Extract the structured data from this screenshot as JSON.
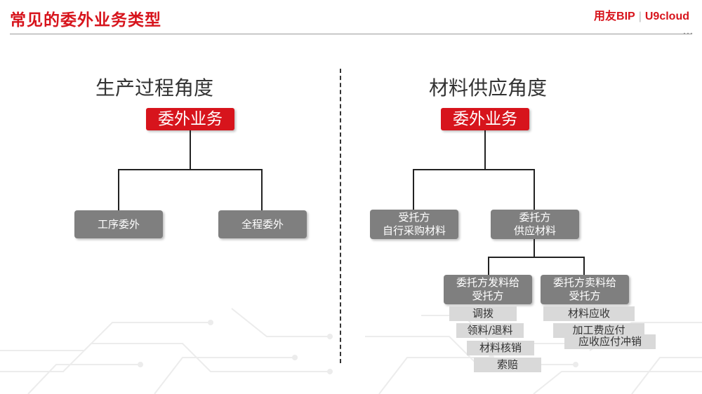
{
  "header": {
    "title": "常见的委外业务类型",
    "brand_primary": "用友BIP",
    "brand_separator": "|",
    "brand_secondary": "U9cloud"
  },
  "colors": {
    "accent": "#d7141c",
    "node_fill": "#7f7f7f",
    "sub_fill": "#d9d9d9"
  },
  "left": {
    "heading": "生产过程角度",
    "root": "委外业务",
    "children": [
      "工序委外",
      "全程委外"
    ]
  },
  "right": {
    "heading": "材料供应角度",
    "root": "委外业务",
    "child_a": [
      "受托方",
      "自行采购材料"
    ],
    "child_b": [
      "委托方",
      "供应材料"
    ],
    "branch_1": {
      "lines": [
        "委托方发料给",
        "受托方"
      ],
      "items": [
        "调拨",
        "领料/退料",
        "材料核销",
        "索赔"
      ]
    },
    "branch_2": {
      "lines": [
        "委托方卖料给",
        "受托方"
      ],
      "items": [
        "材料应收",
        "加工费应付",
        "应收应付冲销"
      ]
    }
  }
}
